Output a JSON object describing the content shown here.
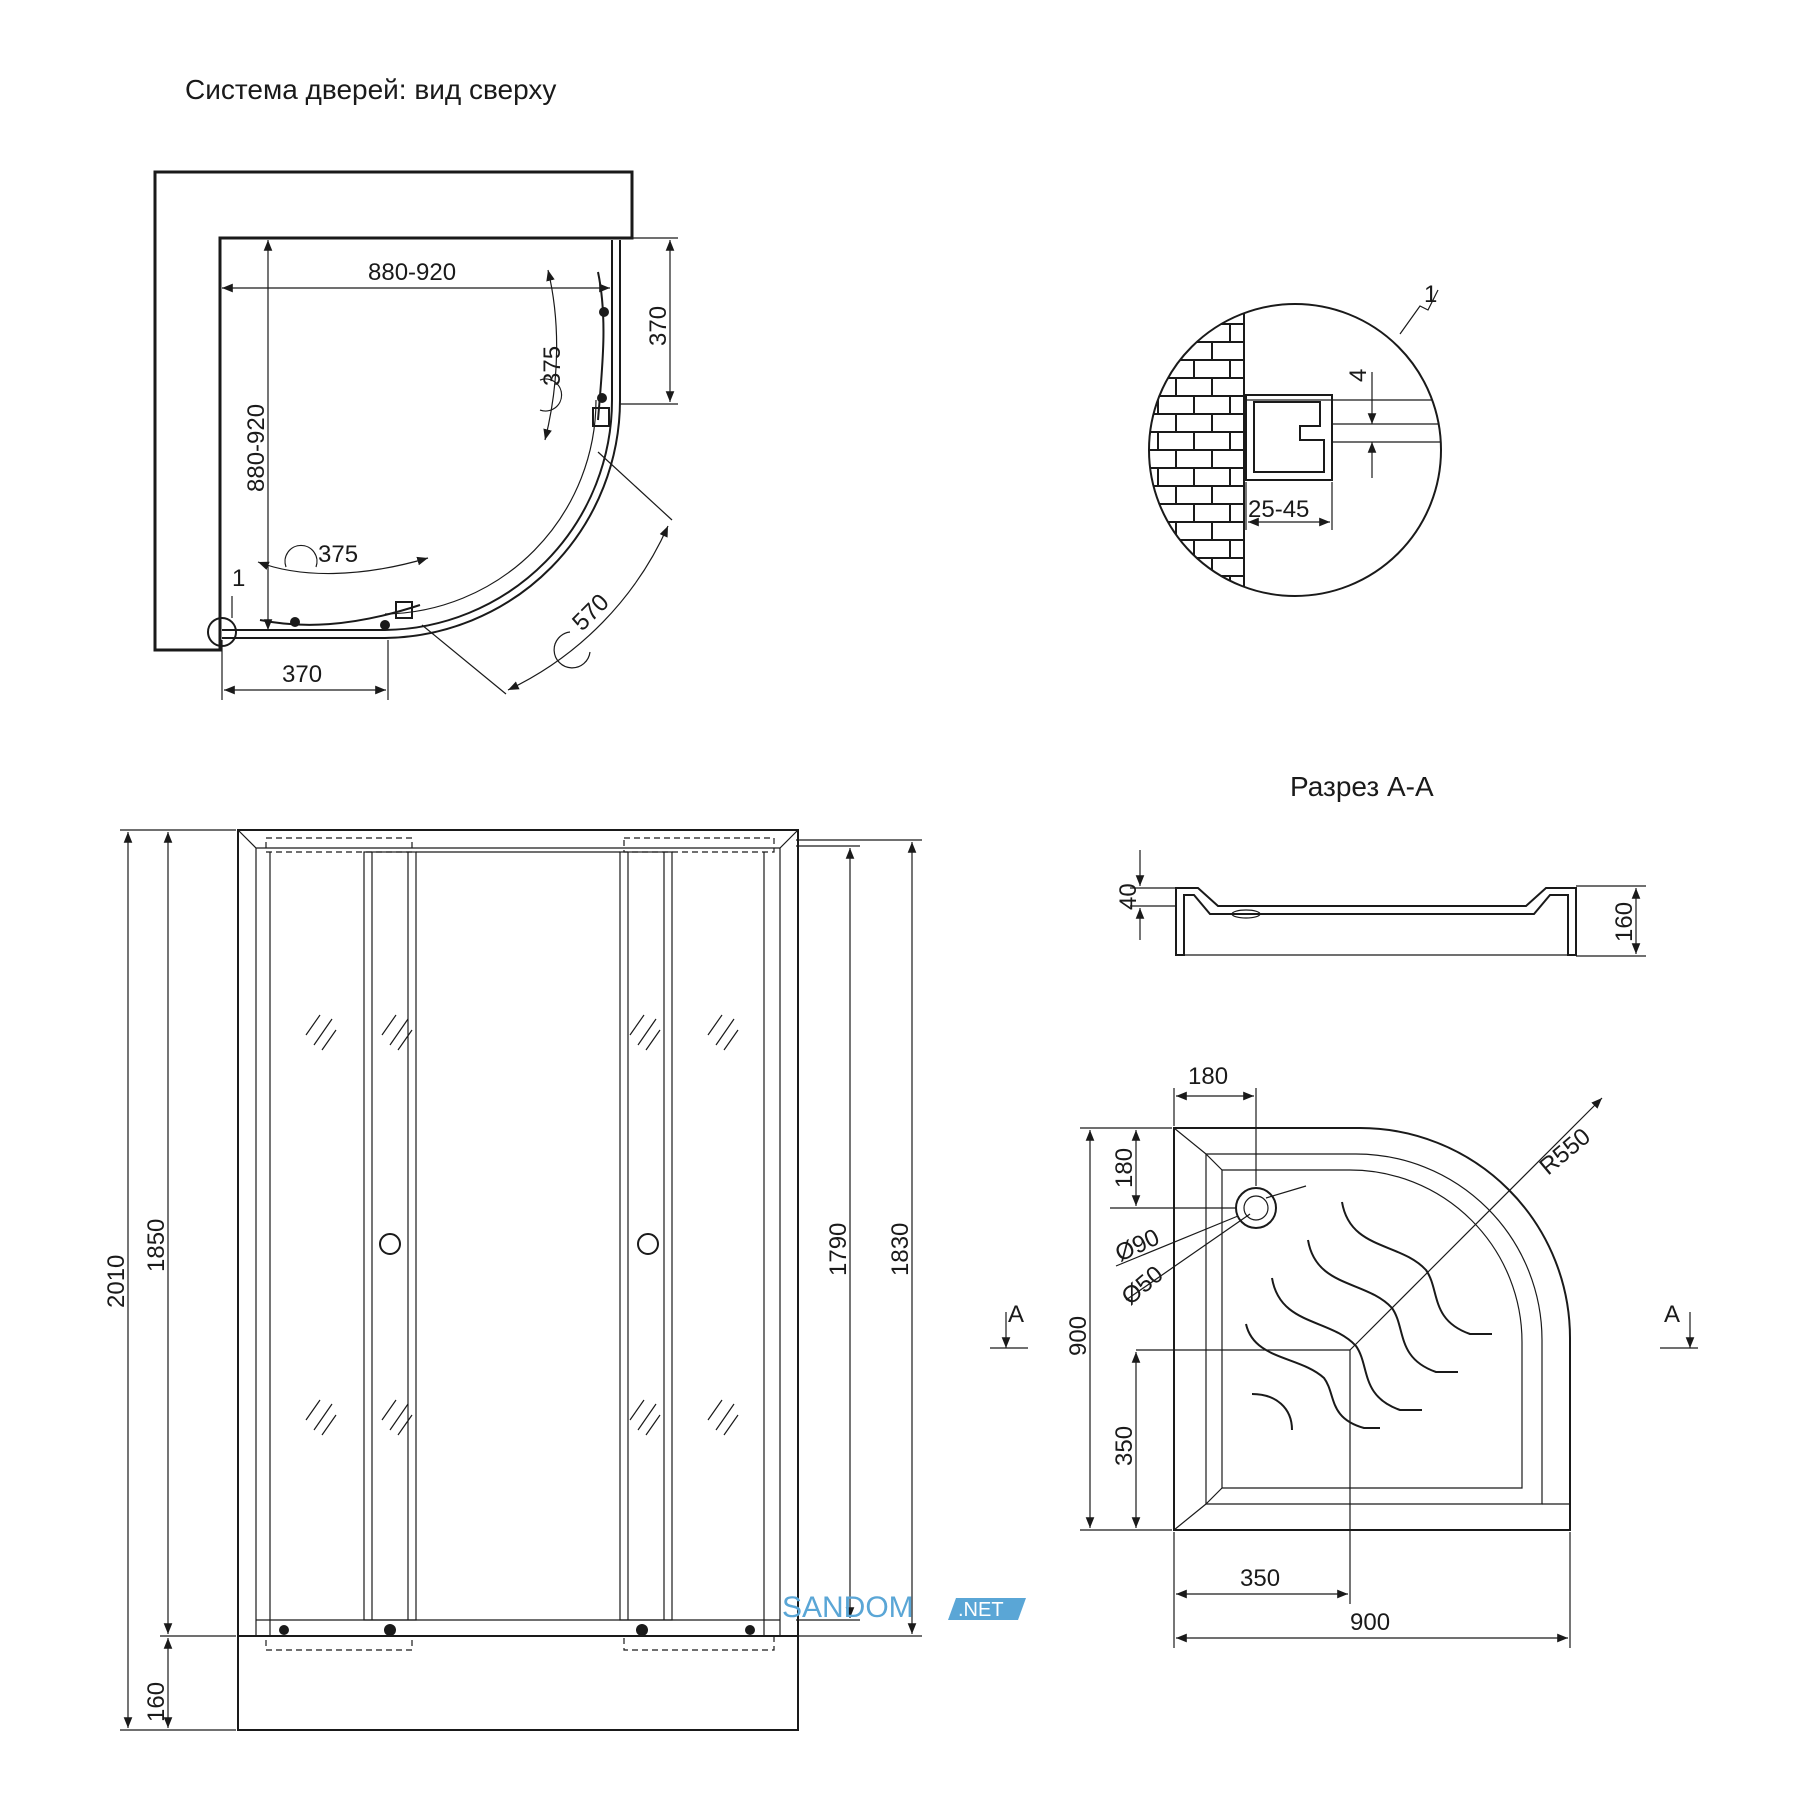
{
  "titles": {
    "top_view": "Система дверей: вид сверху",
    "section": "Разрез А-А"
  },
  "top_view": {
    "width_h": "880-920",
    "width_v": "880-920",
    "side_right": "370",
    "side_bottom": "370",
    "door_arc_right": "375",
    "door_arc_bottom": "375",
    "door_diag": "570",
    "detail_ref": "1"
  },
  "detail": {
    "ref": "1",
    "gap": "4",
    "range": "25-45"
  },
  "front_view": {
    "total_height": "2010",
    "glass_height": "1850",
    "tray_height": "160",
    "inner_height": "1790",
    "frame_height": "1830"
  },
  "section_aa": {
    "rim": "40",
    "height": "160"
  },
  "tray_plan": {
    "top_offset": "180",
    "left_offset": "180",
    "diam_outer": "Ø90",
    "diam_inner": "Ø50",
    "radius": "R550",
    "height": "900",
    "center_y": "350",
    "center_x": "350",
    "width": "900",
    "section_marker": "A"
  },
  "watermark": {
    "brand": "SANDOM",
    "tld": ".NET",
    "brand_color": "#5aa6d6"
  }
}
